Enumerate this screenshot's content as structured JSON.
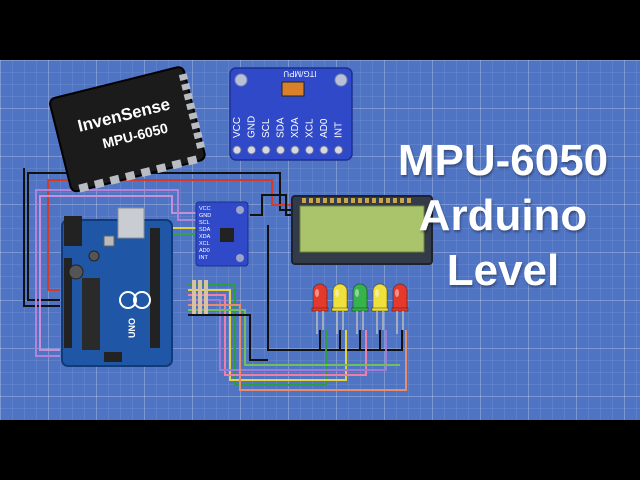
{
  "title": {
    "line1": "MPU-6050",
    "line2": "Arduino",
    "line3": "Level"
  },
  "chip": {
    "brand": "InvenSense",
    "model": "MPU-6050"
  },
  "breakout_large": {
    "name": "ITG/MPU",
    "pins": [
      "VCC",
      "GND",
      "SCL",
      "SDA",
      "XDA",
      "XCL",
      "AD0",
      "INT"
    ]
  },
  "breakout_small": {
    "pins": [
      "VCC",
      "GND",
      "SCL",
      "SDA",
      "XDA",
      "XCL",
      "AD0",
      "INT"
    ]
  },
  "arduino": {
    "logo": "UNO"
  },
  "leds": [
    "red",
    "yellow",
    "green",
    "yellow",
    "red"
  ],
  "colors": {
    "background": "#4f74c4",
    "lcd_screen": "#a9c46a",
    "board": "#1f56a5",
    "breakout": "#2f49c8",
    "led_red": "#e53a2b",
    "led_yellow": "#efe03c",
    "led_green": "#36b34a"
  }
}
